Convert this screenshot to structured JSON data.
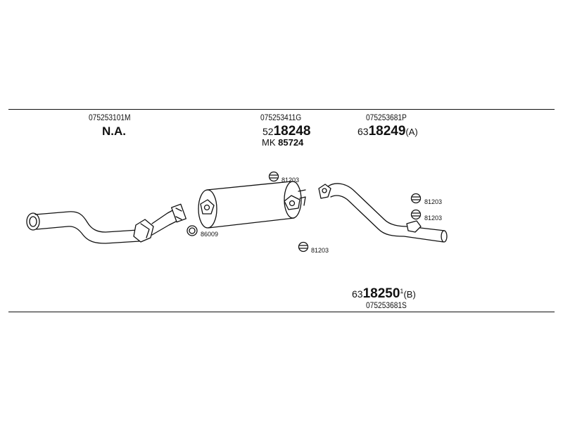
{
  "sections": [
    {
      "part_number": "075253101M",
      "status": "N.A."
    },
    {
      "part_number": "075253411G",
      "code_prefix": "52",
      "code_main": "18248",
      "mk_prefix": "MK",
      "mk_number": "85724"
    },
    {
      "part_number": "075253681P",
      "code_prefix": "63",
      "code_main": "18249",
      "code_suffix": "(A)"
    },
    {
      "code_prefix": "63",
      "code_main": "18250",
      "code_sup": "1",
      "code_suffix": "(B)",
      "part_number": "075253681S"
    }
  ],
  "hardware_labels": {
    "gasket": "86009",
    "hanger_1": "81203",
    "hanger_2": "81203",
    "hanger_3": "81203",
    "hanger_4": "81203"
  }
}
